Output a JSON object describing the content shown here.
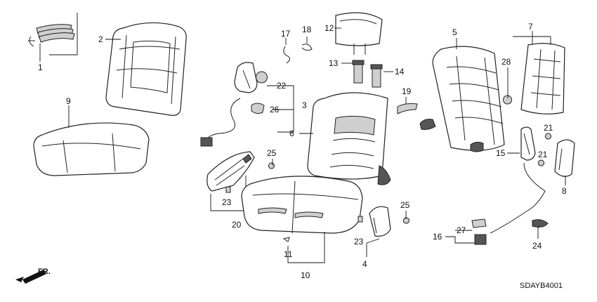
{
  "callouts": {
    "c1": "1",
    "c2": "2",
    "c3": "3",
    "c4": "4",
    "c5": "5",
    "c6": "6",
    "c7": "7",
    "c8": "8",
    "c9": "9",
    "c10": "10",
    "c11": "11",
    "c12": "12",
    "c13": "13",
    "c14": "14",
    "c15": "15",
    "c16": "16",
    "c17": "17",
    "c18": "18",
    "c19": "19",
    "c20": "20",
    "c21a": "21",
    "c21b": "21",
    "c22": "22",
    "c23a": "23",
    "c23b": "23",
    "c24": "24",
    "c25a": "25",
    "c25b": "25",
    "c26": "26",
    "c27": "27",
    "c28": "28"
  },
  "direction_label": "FR.",
  "diagram_code": "SDAYB4001"
}
